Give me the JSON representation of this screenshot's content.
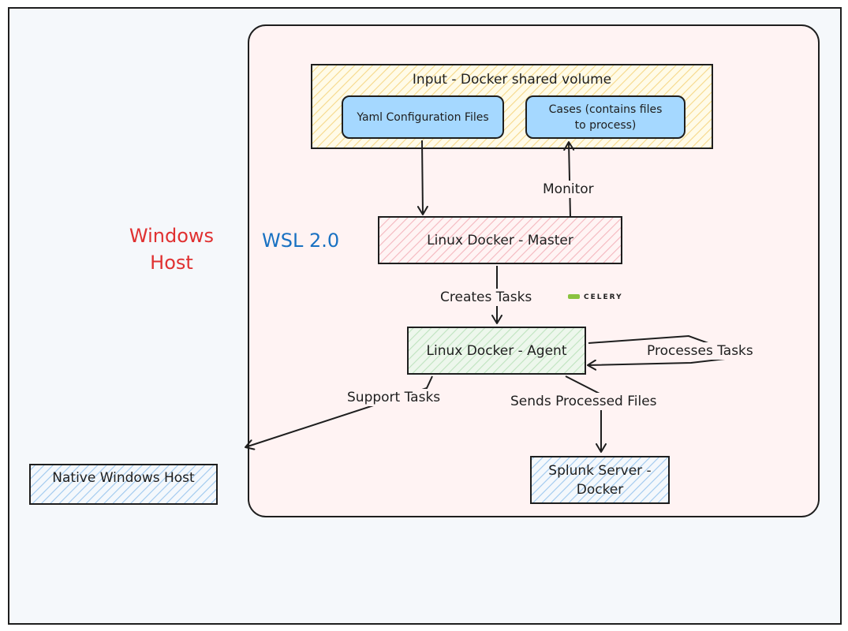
{
  "colors": {
    "outer_bg": "#f5f8fb",
    "wsl_bg": "#fff3f3",
    "input_hatch": "#f6d889",
    "config_fill": "#a5d8ff",
    "master_hatch": "#f4b7be",
    "agent_hatch": "#bfe3bf",
    "agent_fill": "#edf7ec",
    "blue_hatch": "#9ec8ee",
    "stroke": "#1e1e1e",
    "windows_host_label": "#e03131",
    "wsl_label": "#1971c2",
    "celery_badge": "#8ac23f"
  },
  "labels": {
    "windows_host_line1": "Windows",
    "windows_host_line2": "Host",
    "wsl": "WSL 2.0"
  },
  "nodes": {
    "input_volume": "Input - Docker shared volume",
    "yaml_config": "Yaml Configuration Files",
    "cases_line1": "Cases (contains files",
    "cases_line2": "to process)",
    "master": "Linux Docker - Master",
    "agent": "Linux Docker - Agent",
    "native_windows": "Native Windows Host",
    "splunk_line1": "Splunk Server -",
    "splunk_line2": "Docker"
  },
  "edges": {
    "monitor": "Monitor",
    "creates_tasks": "Creates Tasks",
    "celery": "CELERY",
    "processes_tasks": "Processes Tasks",
    "support_tasks": "Support Tasks",
    "sends_processed": "Sends Processed Files"
  }
}
